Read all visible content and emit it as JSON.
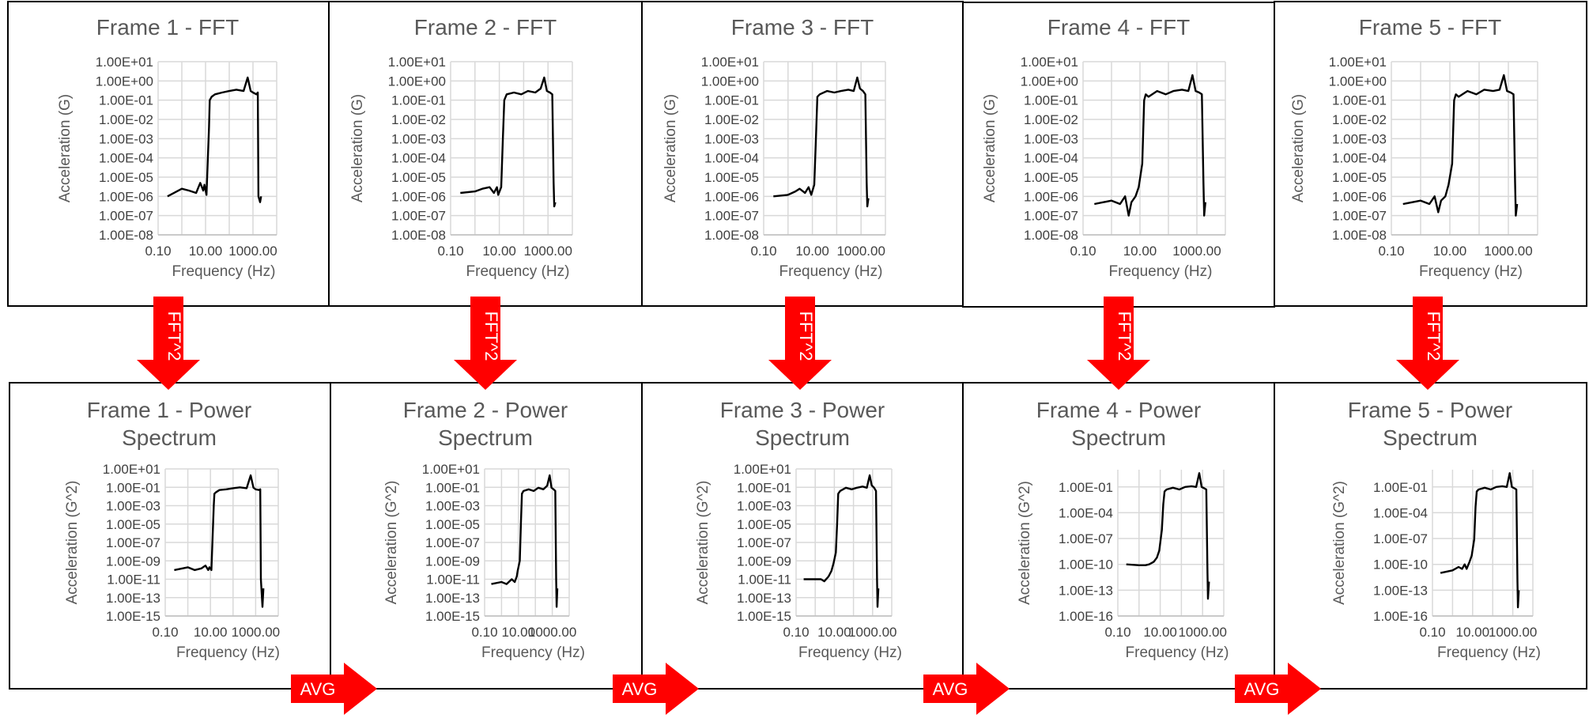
{
  "colors": {
    "arrow": "#ff0000",
    "trace": "#000000",
    "grid": "#d9d9d9",
    "text": "#595959"
  },
  "connectors": {
    "down_label": "FFT^2",
    "right_label": "AVG"
  },
  "chart_data": [
    {
      "type": "line",
      "row": "fft",
      "title": "Frame 1 - FFT",
      "xlabel": "Frequency (Hz)",
      "ylabel": "Acceleration (G)",
      "x_scale": "log",
      "y_scale": "log",
      "x_ticks": [
        "0.10",
        "10.00",
        "1000.00"
      ],
      "y_ticks": [
        "1.00E-08",
        "1.00E-07",
        "1.00E-06",
        "1.00E-05",
        "1.00E-04",
        "1.00E-03",
        "1.00E-02",
        "1.00E-01",
        "1.00E+00",
        "1.00E+01"
      ],
      "ylim": [
        1e-08,
        10
      ],
      "series": [
        {
          "x": [
            0.25,
            1,
            2,
            4,
            6,
            8,
            9,
            11,
            14,
            15,
            18,
            25,
            50,
            100,
            200,
            400,
            600,
            800,
            1000,
            1400,
            1600,
            1700,
            2000,
            2200
          ],
          "y": [
            1e-06,
            2.5e-06,
            2e-06,
            1.5e-06,
            5e-06,
            2e-06,
            4e-06,
            1.2e-06,
            0.004,
            0.1,
            0.15,
            0.2,
            0.25,
            0.3,
            0.35,
            0.3,
            1.5,
            0.3,
            0.25,
            0.2,
            0.25,
            1e-06,
            5e-07,
            1e-06
          ]
        }
      ]
    },
    {
      "type": "line",
      "row": "fft",
      "title": "Frame 2 - FFT",
      "xlabel": "Frequency (Hz)",
      "ylabel": "Acceleration (G)",
      "x_scale": "log",
      "y_scale": "log",
      "x_ticks": [
        "0.10",
        "10.00",
        "1000.00"
      ],
      "y_ticks": [
        "1.00E-08",
        "1.00E-07",
        "1.00E-06",
        "1.00E-05",
        "1.00E-04",
        "1.00E-03",
        "1.00E-02",
        "1.00E-01",
        "1.00E+00",
        "1.00E+01"
      ],
      "ylim": [
        1e-08,
        10
      ],
      "series": [
        {
          "x": [
            0.25,
            1,
            2,
            4,
            6,
            8,
            9,
            12,
            14,
            16,
            20,
            40,
            80,
            150,
            300,
            500,
            700,
            900,
            1200,
            1500,
            1700,
            1800,
            2000
          ],
          "y": [
            1.5e-06,
            1.8e-06,
            2.5e-06,
            3e-06,
            1.5e-06,
            3e-06,
            1.2e-06,
            3e-06,
            0.001,
            0.1,
            0.2,
            0.25,
            0.2,
            0.3,
            0.25,
            0.4,
            1.5,
            0.3,
            0.25,
            0.2,
            5e-06,
            3e-07,
            5e-07
          ]
        }
      ]
    },
    {
      "type": "line",
      "row": "fft",
      "title": "Frame 3 - FFT",
      "xlabel": "Frequency (Hz)",
      "ylabel": "Acceleration (G)",
      "x_scale": "log",
      "y_scale": "log",
      "x_ticks": [
        "0.10",
        "10.00",
        "1000.00"
      ],
      "y_ticks": [
        "1.00E-08",
        "1.00E-07",
        "1.00E-06",
        "1.00E-05",
        "1.00E-04",
        "1.00E-03",
        "1.00E-02",
        "1.00E-01",
        "1.00E+00",
        "1.00E+01"
      ],
      "ylim": [
        1e-08,
        10
      ],
      "series": [
        {
          "x": [
            0.25,
            1,
            2,
            3,
            5,
            7,
            9,
            12,
            14,
            16,
            20,
            40,
            80,
            150,
            300,
            500,
            700,
            900,
            1200,
            1500,
            1700,
            1800,
            2000
          ],
          "y": [
            1e-06,
            1.2e-06,
            1.8e-06,
            2.5e-06,
            1.5e-06,
            3e-06,
            1.2e-06,
            4e-06,
            0.001,
            0.15,
            0.2,
            0.3,
            0.25,
            0.3,
            0.35,
            0.3,
            1.5,
            0.4,
            0.3,
            0.2,
            5e-06,
            3e-07,
            8e-07
          ]
        }
      ]
    },
    {
      "type": "line",
      "row": "fft",
      "title": "Frame 4 - FFT",
      "xlabel": "Frequency (Hz)",
      "ylabel": "Acceleration (G)",
      "x_scale": "log",
      "y_scale": "log",
      "x_ticks": [
        "0.10",
        "10.00",
        "1000.00"
      ],
      "y_ticks": [
        "1.00E-08",
        "1.00E-07",
        "1.00E-06",
        "1.00E-05",
        "1.00E-04",
        "1.00E-03",
        "1.00E-02",
        "1.00E-01",
        "1.00E+00",
        "1.00E+01"
      ],
      "ylim": [
        1e-08,
        10
      ],
      "series": [
        {
          "x": [
            0.25,
            1,
            2,
            3,
            4,
            5,
            7,
            9,
            12,
            14,
            16,
            20,
            40,
            80,
            150,
            300,
            500,
            700,
            900,
            1200,
            1500,
            1700,
            1800,
            2000
          ],
          "y": [
            4e-07,
            6e-07,
            4e-07,
            1e-06,
            1e-07,
            5e-07,
            1e-06,
            3e-06,
            5e-05,
            0.1,
            0.2,
            0.15,
            0.3,
            0.2,
            0.3,
            0.35,
            0.3,
            2,
            0.3,
            0.25,
            0.2,
            5e-06,
            1e-07,
            5e-07
          ]
        }
      ]
    },
    {
      "type": "line",
      "row": "fft",
      "title": "Frame 5 - FFT",
      "xlabel": "Frequency (Hz)",
      "ylabel": "Acceleration (G)",
      "x_scale": "log",
      "y_scale": "log",
      "x_ticks": [
        "0.10",
        "10.00",
        "1000.00"
      ],
      "y_ticks": [
        "1.00E-08",
        "1.00E-07",
        "1.00E-06",
        "1.00E-05",
        "1.00E-04",
        "1.00E-03",
        "1.00E-02",
        "1.00E-01",
        "1.00E+00",
        "1.00E+01"
      ],
      "ylim": [
        1e-08,
        10
      ],
      "series": [
        {
          "x": [
            0.25,
            1,
            2,
            3,
            4,
            5,
            7,
            9,
            12,
            14,
            16,
            20,
            40,
            80,
            150,
            300,
            500,
            700,
            900,
            1200,
            1500,
            1700,
            1800,
            2000
          ],
          "y": [
            4e-07,
            6e-07,
            4e-07,
            1e-06,
            1.5e-07,
            6e-07,
            1e-06,
            4e-06,
            5e-05,
            0.1,
            0.2,
            0.15,
            0.3,
            0.2,
            0.35,
            0.3,
            0.35,
            2,
            0.3,
            0.25,
            0.2,
            5e-06,
            1e-07,
            4e-07
          ]
        }
      ]
    },
    {
      "type": "line",
      "row": "power",
      "title": "Frame 1 - Power Spectrum",
      "xlabel": "Frequency (Hz)",
      "ylabel": "Acceleration (G^2)",
      "x_scale": "log",
      "y_scale": "log",
      "x_ticks": [
        "0.10",
        "10.00",
        "1000.00"
      ],
      "y_ticks": [
        "1.00E-15",
        "1.00E-13",
        "1.00E-11",
        "1.00E-09",
        "1.00E-07",
        "1.00E-05",
        "1.00E-03",
        "1.00E-01",
        "1.00E+01"
      ],
      "ylim": [
        1e-15,
        10
      ],
      "series": [
        {
          "x": [
            0.25,
            1,
            2,
            4,
            6,
            8,
            9,
            11,
            14,
            15,
            18,
            25,
            50,
            100,
            200,
            400,
            600,
            800,
            1000,
            1400,
            1600,
            1700,
            2000,
            2200
          ],
          "y": [
            1e-10,
            2e-10,
            1e-10,
            1.5e-10,
            3e-10,
            1e-10,
            2e-10,
            1e-10,
            0.001,
            0.02,
            0.03,
            0.05,
            0.06,
            0.08,
            0.1,
            0.08,
            2,
            0.09,
            0.06,
            0.05,
            0.06,
            1e-11,
            1e-14,
            1e-12
          ]
        }
      ]
    },
    {
      "type": "line",
      "row": "power",
      "title": "Frame 2 - Power Spectrum",
      "xlabel": "Frequency (Hz)",
      "ylabel": "Acceleration (G^2)",
      "x_scale": "log",
      "y_scale": "log",
      "x_ticks": [
        "0.10",
        "10.00",
        "1000.00"
      ],
      "y_ticks": [
        "1.00E-15",
        "1.00E-13",
        "1.00E-11",
        "1.00E-09",
        "1.00E-07",
        "1.00E-05",
        "1.00E-03",
        "1.00E-01",
        "1.00E+01"
      ],
      "ylim": [
        1e-15,
        10
      ],
      "series": [
        {
          "x": [
            0.25,
            1,
            2,
            4,
            6,
            8,
            9,
            12,
            14,
            16,
            20,
            40,
            80,
            150,
            300,
            500,
            700,
            900,
            1200,
            1500,
            1700,
            1800,
            2000
          ],
          "y": [
            3e-12,
            5e-12,
            3e-12,
            1e-11,
            5e-12,
            2e-11,
            8e-11,
            1e-09,
            1e-05,
            0.02,
            0.04,
            0.06,
            0.04,
            0.09,
            0.06,
            0.15,
            2,
            0.09,
            0.06,
            0.04,
            1e-11,
            1e-14,
            1e-12
          ]
        }
      ]
    },
    {
      "type": "line",
      "row": "power",
      "title": "Frame 3 - Power Spectrum",
      "xlabel": "Frequency (Hz)",
      "ylabel": "Acceleration (G^2)",
      "x_scale": "log",
      "y_scale": "log",
      "x_ticks": [
        "0.10",
        "10.00",
        "1000.00"
      ],
      "y_ticks": [
        "1.00E-15",
        "1.00E-13",
        "1.00E-11",
        "1.00E-09",
        "1.00E-07",
        "1.00E-05",
        "1.00E-03",
        "1.00E-01",
        "1.00E+01"
      ],
      "ylim": [
        1e-15,
        10
      ],
      "series": [
        {
          "x": [
            0.25,
            1,
            2,
            3,
            5,
            7,
            9,
            12,
            14,
            16,
            20,
            40,
            80,
            150,
            300,
            500,
            700,
            900,
            1200,
            1500,
            1700,
            1800,
            2000
          ],
          "y": [
            1e-11,
            1e-11,
            1e-11,
            6e-12,
            2e-11,
            8e-11,
            5e-10,
            8e-09,
            1e-05,
            0.02,
            0.04,
            0.09,
            0.06,
            0.09,
            0.12,
            0.09,
            2,
            0.16,
            0.09,
            0.04,
            1e-11,
            1e-14,
            1e-12
          ]
        }
      ]
    },
    {
      "type": "line",
      "row": "power",
      "title": "Frame 4 - Power Spectrum",
      "xlabel": "Frequency (Hz)",
      "ylabel": "Acceleration (G^2)",
      "x_scale": "log",
      "y_scale": "log",
      "x_ticks": [
        "0.10",
        "10.00",
        "1000.00"
      ],
      "y_ticks": [
        "1.00E-16",
        "1.00E-13",
        "1.00E-10",
        "1.00E-07",
        "1.00E-04",
        "1.00E-01"
      ],
      "ylim": [
        1e-16,
        10
      ],
      "series": [
        {
          "x": [
            0.25,
            1,
            2,
            3,
            5,
            7,
            9,
            12,
            14,
            16,
            20,
            40,
            80,
            150,
            300,
            500,
            700,
            900,
            1200,
            1500,
            1700,
            1800,
            2000
          ],
          "y": [
            1e-10,
            8e-11,
            8e-11,
            1e-10,
            2e-10,
            6e-10,
            4e-09,
            1e-06,
            0.001,
            0.03,
            0.05,
            0.08,
            0.05,
            0.1,
            0.12,
            0.1,
            4,
            0.1,
            0.07,
            0.05,
            1e-11,
            1e-14,
            1e-12
          ]
        }
      ]
    },
    {
      "type": "line",
      "row": "power",
      "title": "Frame 5 - Power Spectrum",
      "xlabel": "Frequency (Hz)",
      "ylabel": "Acceleration (G^2)",
      "x_scale": "log",
      "y_scale": "log",
      "x_ticks": [
        "0.10",
        "10.00",
        "1000.00"
      ],
      "y_ticks": [
        "1.00E-16",
        "1.00E-13",
        "1.00E-10",
        "1.00E-07",
        "1.00E-04",
        "1.00E-01"
      ],
      "ylim": [
        1e-16,
        10
      ],
      "series": [
        {
          "x": [
            0.25,
            1,
            2,
            3,
            4,
            5,
            7,
            9,
            12,
            14,
            16,
            20,
            40,
            80,
            150,
            300,
            500,
            700,
            900,
            1200,
            1500,
            1700,
            1800,
            2000
          ],
          "y": [
            1e-11,
            2e-11,
            5e-11,
            3e-11,
            1e-10,
            3e-11,
            2e-10,
            1e-09,
            8e-08,
            0.0005,
            0.03,
            0.05,
            0.08,
            0.05,
            0.1,
            0.12,
            0.1,
            4,
            0.1,
            0.07,
            0.05,
            1e-12,
            1e-15,
            1e-13
          ]
        }
      ]
    }
  ]
}
